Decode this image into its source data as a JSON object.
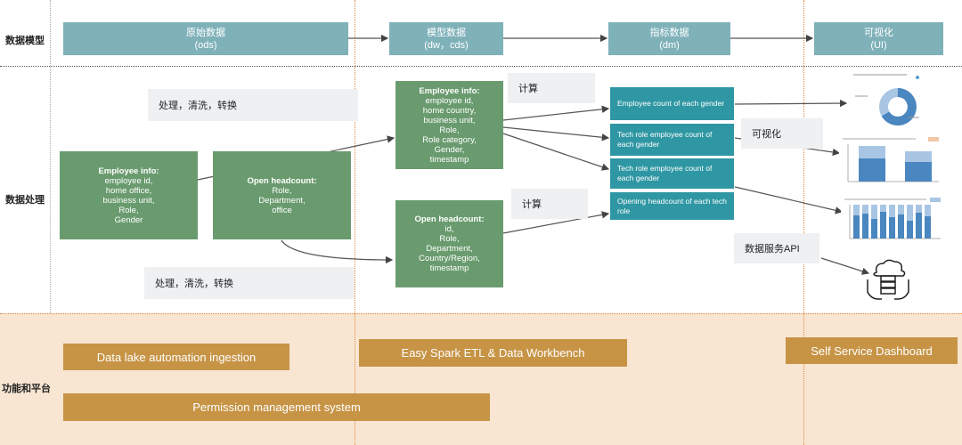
{
  "rows": {
    "model": "数据模型",
    "processing": "数据处理",
    "platform": "功能和平台"
  },
  "headers": [
    {
      "line1": "原始数据",
      "line2": "(ods)"
    },
    {
      "line1": "模型数据",
      "line2": "(dw，cds)"
    },
    {
      "line1": "指标数据",
      "line2": "(dm)"
    },
    {
      "line1": "可视化",
      "line2": "(UI)"
    }
  ],
  "ods": {
    "employee": {
      "title": "Employee info:",
      "lines": [
        "employee id,",
        "home office,",
        "business unit,",
        "Role,",
        "Gender"
      ]
    },
    "headcount": {
      "title": "Open headcount:",
      "lines": [
        "Role,",
        "Department,",
        "office"
      ]
    }
  },
  "dw": {
    "employee": {
      "title": "Employee info:",
      "lines": [
        "employee id,",
        "home country,",
        "business unit,",
        "Role,",
        "Role category,",
        "Gender,",
        "timestamp"
      ]
    },
    "headcount": {
      "title": "Open headcount:",
      "lines": [
        "id,",
        "Role,",
        "Department,",
        "Country/Region,",
        "timestamp"
      ]
    }
  },
  "dm": [
    "Employee count of each gender",
    "Tech role employee count of each gender",
    "Tech role employee count of each gender",
    "Opening headcount of each tech role"
  ],
  "notes": {
    "process_top": "处理，清洗，转换",
    "process_bottom": "处理，清洗，转换",
    "compute_top": "计算",
    "compute_bottom": "计算",
    "visualize": "可视化",
    "api": "数据服务API"
  },
  "platform": {
    "ingestion": "Data lake automation ingestion",
    "etl": "Easy Spark ETL & Data Workbench",
    "dashboard": "Self Service Dashboard",
    "permission": "Permission management system"
  },
  "colors": {
    "header": "#7fb1b9",
    "green": "#6a9b6f",
    "teal": "#2f97a3",
    "note": "#eef0f2",
    "bar": "#c79446",
    "band": "#f8e6d3"
  },
  "icons": [
    "cloud-server-hands-icon",
    "donut-chart-icon",
    "bar-chart-icon",
    "stacked-bar-chart-icon"
  ]
}
